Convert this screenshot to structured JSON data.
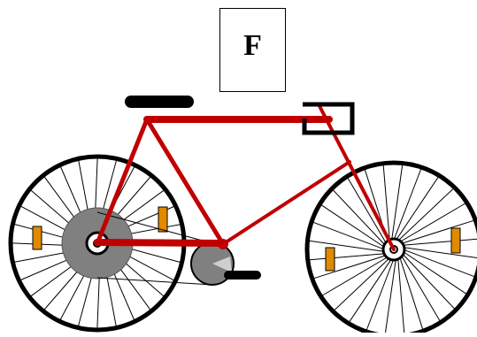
{
  "label": {
    "text": "F"
  },
  "colors": {
    "frame": "#c00000",
    "tire": "#000000",
    "spoke": "#000000",
    "hub_gear": "#808080",
    "reflector": "#e08a00",
    "saddle": "#000000",
    "handlebar": "#000000",
    "pedal": "#000000",
    "background": "#ffffff"
  },
  "icons": {
    "wheels": "bicycle-wheel",
    "reflectors": "reflector",
    "chainring": "chainring",
    "saddle": "saddle",
    "handlebar": "handlebar"
  }
}
